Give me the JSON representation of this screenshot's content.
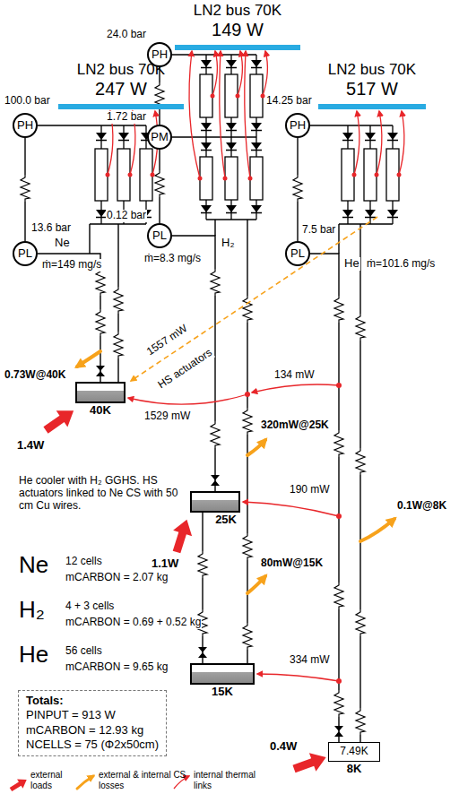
{
  "diagram": {
    "nodes": [
      {
        "text": [
          "LN2 bus 70K",
          "149 W"
        ]
      },
      {
        "text": [
          "LN2 bus 70K",
          "247 W"
        ]
      },
      {
        "text": [
          "LN2 bus 70K",
          "517 W"
        ]
      },
      {
        "text": [
          "PH"
        ]
      },
      {
        "text": [
          "PM"
        ]
      },
      {
        "text": [
          "PL"
        ]
      },
      {
        "text": [
          "PH"
        ]
      },
      {
        "text": [
          "PL"
        ]
      },
      {
        "text": [
          "PH"
        ]
      },
      {
        "text": [
          "PL"
        ]
      },
      {
        "text": [
          "40K"
        ]
      },
      {
        "text": [
          "25K"
        ]
      },
      {
        "text": [
          "15K"
        ]
      },
      {
        "text": [
          "7.49K",
          "8K"
        ]
      },
      {
        "text": [
          "Totals:",
          "PINPUT = 913 W",
          "mCARBON = 12.93 kg",
          "NCELLS = 75 (Φ2x50cm)"
        ]
      }
    ],
    "edges": [
      {
        "from": 6,
        "to": 7,
        "arrow": "none"
      },
      {
        "from": 7,
        "to": 10,
        "arrow": "none"
      },
      {
        "from": 3,
        "to": 4,
        "arrow": "none"
      },
      {
        "from": 4,
        "to": 5,
        "arrow": "none"
      },
      {
        "from": 5,
        "to": 11,
        "arrow": "none"
      },
      {
        "from": 11,
        "to": 12,
        "arrow": "none"
      },
      {
        "from": 8,
        "to": 9,
        "arrow": "none"
      },
      {
        "from": 9,
        "to": 13,
        "arrow": "none"
      }
    ],
    "labels": [
      "24.0 bar",
      "1.72 bar",
      "0.12 bar",
      "100.0 bar",
      "13.6 bar",
      "14.25 bar",
      "7.5 bar",
      "Ne",
      "H₂",
      "He",
      "ṁ=149 mg/s",
      "ṁ=8.3 mg/s",
      "ṁ=101.6 mg/s",
      "1557 mW",
      "HS actuators",
      "0.73W@40K",
      "1529 mW",
      "134 mW",
      "320mW@25K",
      "1.4W",
      "He cooler with H₂ GGHS. HS actuators linked to Ne CS with 50 cm Cu wires.",
      "190 mW",
      "0.1W@8K",
      "1.1W",
      "80mW@15K",
      "334 mW",
      "Ne",
      "12 cells",
      "mCARBON = 2.07 kg",
      "H₂",
      "4 + 3 cells",
      "mCARBON = 0.69 + 0.52 kg",
      "He",
      "56 cells",
      "mCARBON = 9.65 kg",
      "0.4W"
    ],
    "legend": [
      {
        "text": "external loads"
      },
      {
        "text": "external & internal CS losses"
      },
      {
        "text": "internal thermal links"
      }
    ]
  }
}
